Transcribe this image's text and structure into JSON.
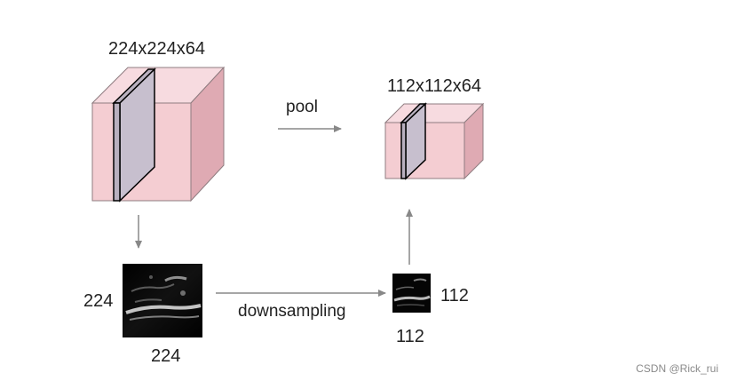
{
  "labels": {
    "big_volume_dims": "224x224x64",
    "small_volume_dims": "112x112x64",
    "pool": "pool",
    "downsampling": "downsampling",
    "big_slice_height": "224",
    "big_slice_width": "224",
    "small_slice_height": "112",
    "small_slice_width": "112"
  },
  "watermark": "CSDN @Rick_rui",
  "colors": {
    "volume_front": "#f4cdd2",
    "volume_top": "#f7dbe0",
    "volume_side": "#dfaab3",
    "slice_fill": "#c7bfce",
    "outline": "#8f7c80",
    "arrow": "#888888"
  }
}
